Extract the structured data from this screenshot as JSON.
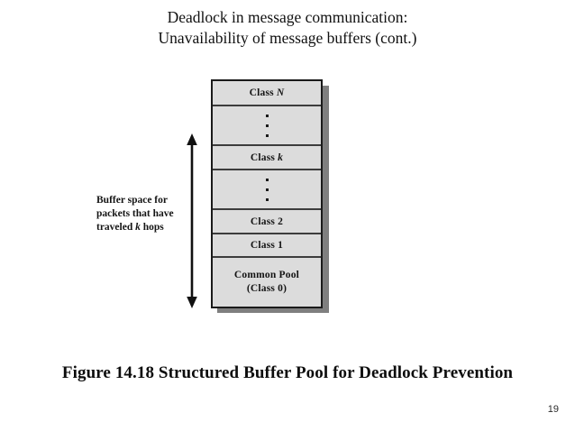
{
  "slide": {
    "title_line_1": "Deadlock in message communication:",
    "title_line_2": "Unavailability of message buffers (cont.)",
    "page_number": "19"
  },
  "figure": {
    "caption": "Figure 14.18  Structured Buffer Pool for Deadlock Prevention",
    "annotation": {
      "line_1": "Buffer space for",
      "line_2": "packets that have",
      "line_3_prefix": "traveled ",
      "line_3_italic": "k",
      "line_3_suffix": " hops"
    },
    "arrow": {
      "name": "double-headed-vertical-arrow",
      "direction": "up-down"
    },
    "colors": {
      "block_fill": "#dcdcdc",
      "block_border": "#3c3c3c",
      "stack_outline": "#1a1a1a",
      "shadow": "#7f7f7f",
      "background": "#ffffff",
      "text": "#141414"
    },
    "blocks": [
      {
        "id": "class-n",
        "kind": "label",
        "label_prefix": "Class ",
        "label_italic": "N",
        "label_suffix": ""
      },
      {
        "id": "ellipsis-1",
        "kind": "dots",
        "dot_count": 3
      },
      {
        "id": "class-k",
        "kind": "label",
        "label_prefix": "Class ",
        "label_italic": "k",
        "label_suffix": ""
      },
      {
        "id": "ellipsis-2",
        "kind": "dots",
        "dot_count": 3
      },
      {
        "id": "class-2",
        "kind": "label",
        "label_prefix": "Class 2",
        "label_italic": "",
        "label_suffix": ""
      },
      {
        "id": "class-1",
        "kind": "label",
        "label_prefix": "Class 1",
        "label_italic": "",
        "label_suffix": ""
      },
      {
        "id": "common-pool",
        "kind": "multiline",
        "line_1": "Common Pool",
        "line_2": "(Class 0)"
      }
    ]
  }
}
